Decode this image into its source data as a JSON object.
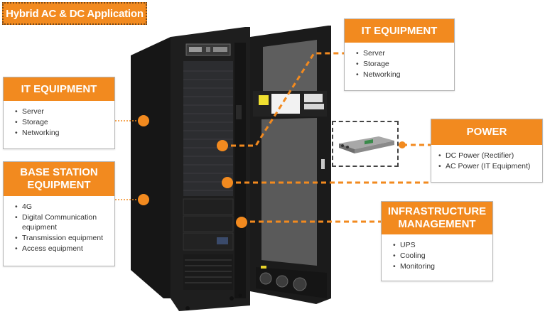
{
  "title": "Hybrid AC & DC Application",
  "colors": {
    "accent": "#f28a1f",
    "card_border": "#b5b5b5",
    "cabinet": "#1c1c1c",
    "door_glass": "#5a5a5a"
  },
  "cards": {
    "it_left": {
      "heading": "IT EQUIPMENT",
      "items": [
        "Server",
        "Storage",
        "Networking"
      ]
    },
    "base_station": {
      "heading_line1": "BASE STATION",
      "heading_line2": "EQUIPMENT",
      "items": [
        "4G",
        "Digital Communication",
        "equipment",
        "Transmission equipment",
        "Access equipment"
      ]
    },
    "it_right": {
      "heading": "IT EQUIPMENT",
      "items": [
        "Server",
        "Storage",
        "Networking"
      ]
    },
    "power": {
      "heading": "POWER",
      "items": [
        "DC Power (Rectifier)",
        "AC Power (IT Equipment)"
      ]
    },
    "infrastructure": {
      "heading_line1": "INFRASTRUCTURE",
      "heading_line2": "MANAGEMENT",
      "items": [
        "UPS",
        "Cooling",
        "Monitoring"
      ]
    }
  },
  "images": {
    "cabinet": "rack-cabinet-with-open-door",
    "rectifier": "rectifier-module"
  }
}
